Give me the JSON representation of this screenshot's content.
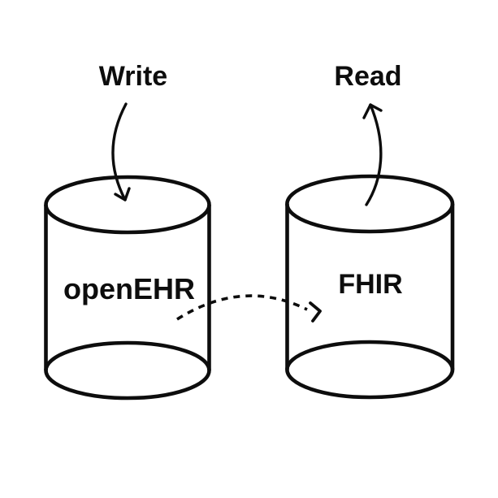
{
  "diagram": {
    "labels": {
      "write": "Write",
      "read": "Read",
      "left_cylinder": "openEHR",
      "right_cylinder": "FHIR"
    },
    "colors": {
      "ink": "#0d0d0d",
      "background": "#ffffff"
    }
  }
}
